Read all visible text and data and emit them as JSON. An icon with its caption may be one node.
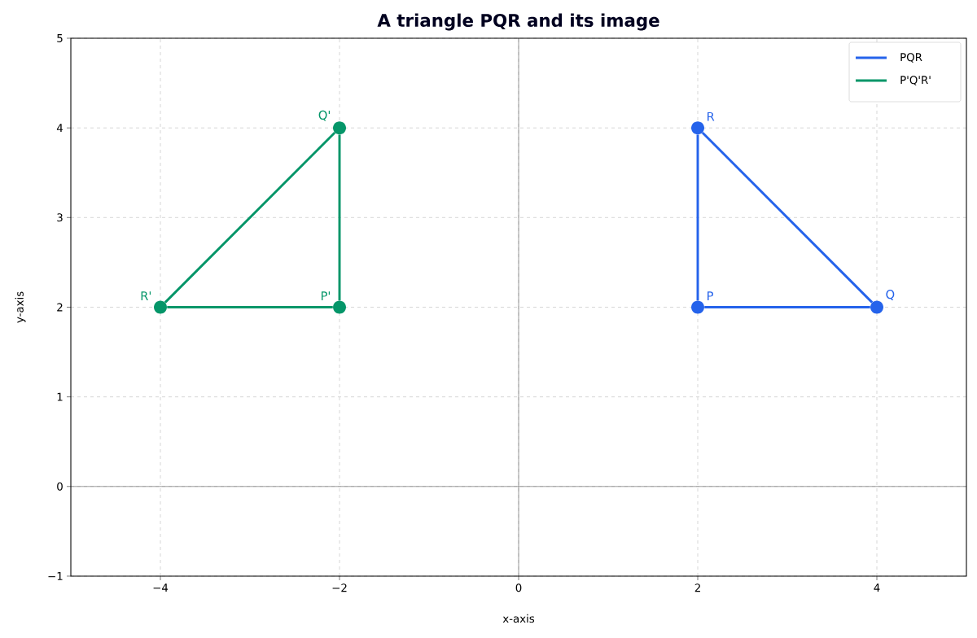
{
  "diagram": {
    "title": "A triangle PQR and its image",
    "nodes": [
      {
        "text": [
          "P"
        ]
      },
      {
        "text": [
          "Q"
        ]
      },
      {
        "text": [
          "R"
        ]
      },
      {
        "text": [
          "P'"
        ]
      },
      {
        "text": [
          "Q'"
        ]
      },
      {
        "text": [
          "R'"
        ]
      }
    ],
    "edges": [
      {
        "from": 0,
        "to": 1,
        "arrow": "none",
        "color": "#2563eb"
      },
      {
        "from": 1,
        "to": 2,
        "arrow": "none",
        "color": "#2563eb"
      },
      {
        "from": 2,
        "to": 0,
        "arrow": "none",
        "color": "#2563eb"
      },
      {
        "from": 3,
        "to": 4,
        "arrow": "none",
        "color": "#059669"
      },
      {
        "from": 4,
        "to": 5,
        "arrow": "none",
        "color": "#059669"
      },
      {
        "from": 5,
        "to": 3,
        "arrow": "none",
        "color": "#059669"
      }
    ],
    "legend": [
      {
        "text": "PQR"
      },
      {
        "text": "P'Q'R'"
      }
    ],
    "chart_data": {
      "type": "line",
      "grid": true,
      "xlabel": "x-axis",
      "ylabel": "y-axis",
      "xlim": [
        -5,
        5
      ],
      "ylim": [
        -1,
        5
      ],
      "xticks": [
        -4,
        -2,
        0,
        2,
        4
      ],
      "yticks": [
        -1,
        0,
        1,
        2,
        3,
        4,
        5
      ]
    }
  }
}
